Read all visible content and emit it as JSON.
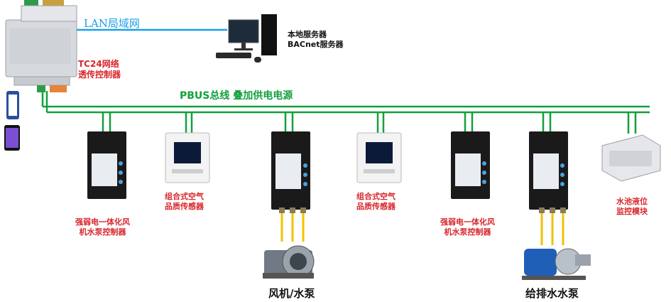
{
  "network": {
    "lan_label": "LAN局域网",
    "bus_label": "PBUS总线  叠加供电电源",
    "colors": {
      "lan": "#1aa0e6",
      "bus": "#12a03c",
      "label_red": "#d8262b",
      "power": "#f2c200"
    }
  },
  "gateway": {
    "label_line1": "TC24网络",
    "label_line2": "透传控制器"
  },
  "server": {
    "label_line1": "本地服务器",
    "label_line2": "BACnet服务器"
  },
  "devices": [
    {
      "label_line1": "强弱电一体化风",
      "label_line2": "机水泵控制器"
    },
    {
      "label_line1": "组合式空气",
      "label_line2": "品质传感器"
    },
    {
      "label_line1": "组合式空气",
      "label_line2": "品质传感器"
    },
    {
      "label_line1": "强弱电一体化风",
      "label_line2": "机水泵控制器"
    },
    {
      "label_line1": "水池液位",
      "label_line2": "监控模块"
    }
  ],
  "loads": [
    {
      "label": "风机/水泵"
    },
    {
      "label": "给排水水泵"
    }
  ]
}
